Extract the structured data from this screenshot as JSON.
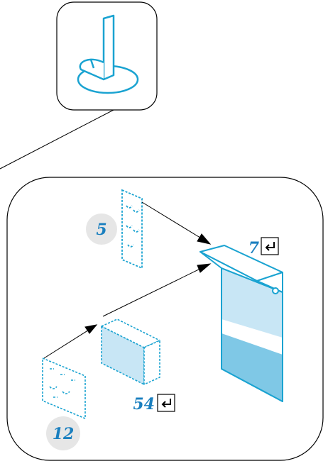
{
  "colors": {
    "line": "#1aa3d1",
    "fill_light": "#c8e6f5",
    "fill_dark": "#7fc8e6",
    "circle_bg": "#e6e6e6",
    "number": "#1a7fbf",
    "stroke_dark": "#000000"
  },
  "callouts": {
    "part_5": "5",
    "part_7": "7",
    "part_54": "54",
    "part_12": "12"
  },
  "icons": {
    "return_symbol": "return-arrow-icon"
  }
}
